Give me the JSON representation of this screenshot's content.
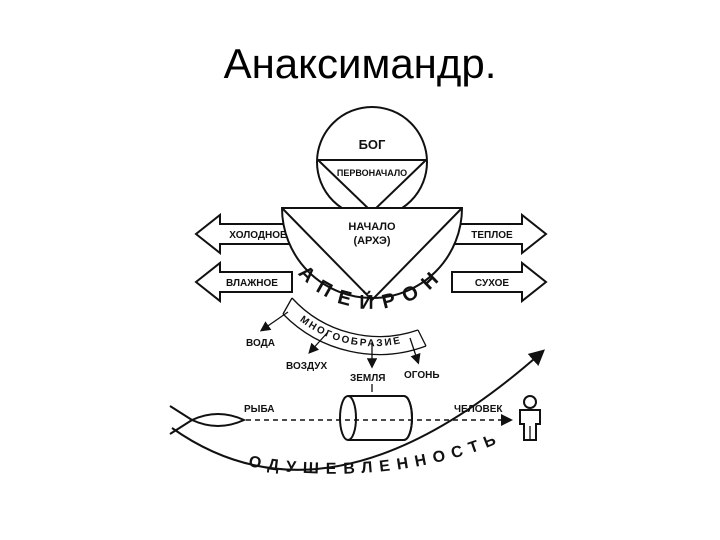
{
  "slide": {
    "title": "Анаксимандр."
  },
  "diagram": {
    "god": "БОГ",
    "first_principle": "ПЕРВОНАЧАЛО",
    "beginning_line1": "НАЧАЛО",
    "beginning_line2": "(АРХЭ)",
    "apeiron": "АПЕЙРОН",
    "diversity": "МНОГООБРАЗИЕ",
    "opposites": {
      "cold": "ХОЛОДНОЕ",
      "warm": "ТЕПЛОЕ",
      "wet": "ВЛАЖНОЕ",
      "dry": "СУХОЕ"
    },
    "elements": {
      "water": "ВОДА",
      "air": "ВОЗДУХ",
      "earth": "ЗЕМЛЯ",
      "fire": "ОГОНЬ"
    },
    "evolution": {
      "fish": "РЫБА",
      "human": "ЧЕЛОВЕК",
      "animation": "ОДУШЕВЛЕННОСТЬ"
    }
  }
}
